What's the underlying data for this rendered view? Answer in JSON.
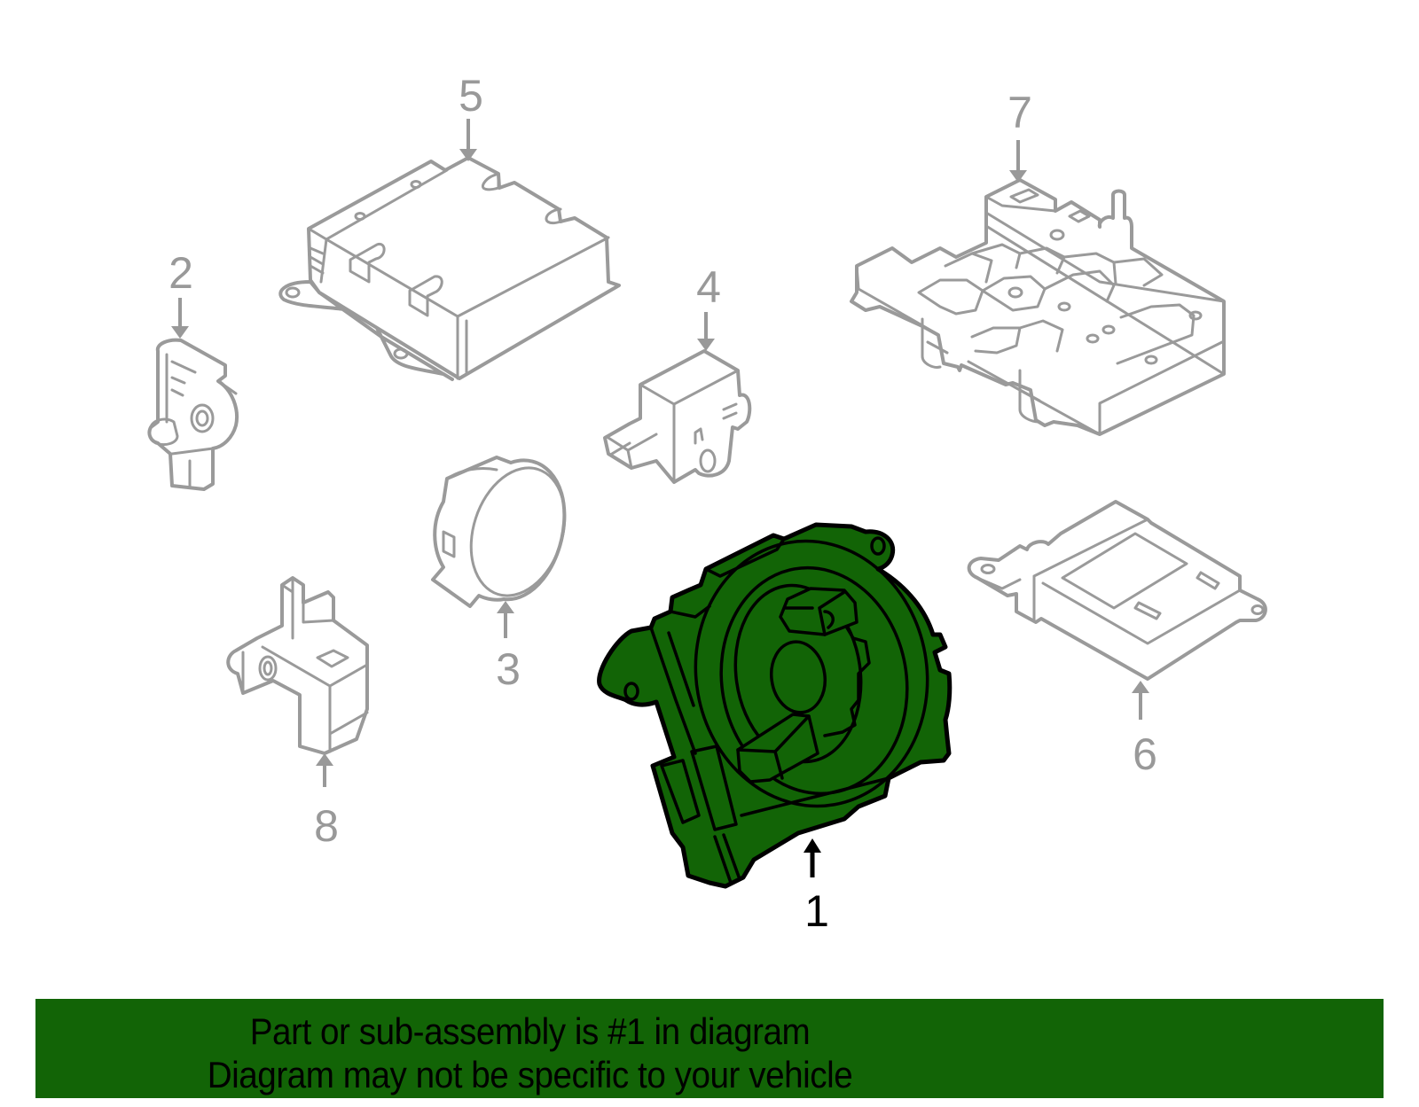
{
  "diagram": {
    "type": "exploded-parts-diagram",
    "highlight_color": "#126406",
    "outline_color": "#999999",
    "callouts": [
      {
        "number": "1",
        "part": "clock-spring-assembly",
        "highlighted": true
      },
      {
        "number": "2",
        "part": "impact-sensor-small",
        "highlighted": false
      },
      {
        "number": "3",
        "part": "round-sensor",
        "highlighted": false
      },
      {
        "number": "4",
        "part": "impact-sensor-connector",
        "highlighted": false
      },
      {
        "number": "5",
        "part": "airbag-control-module",
        "highlighted": false
      },
      {
        "number": "6",
        "part": "occupant-classification-module",
        "highlighted": false
      },
      {
        "number": "7",
        "part": "seat-weight-sensor-mat",
        "highlighted": false
      },
      {
        "number": "8",
        "part": "side-impact-sensor",
        "highlighted": false
      }
    ]
  },
  "banner": {
    "background_color": "#126406",
    "line1": "Part or sub-assembly is #1 in diagram",
    "line2": "Diagram may not be specific to your vehicle"
  }
}
